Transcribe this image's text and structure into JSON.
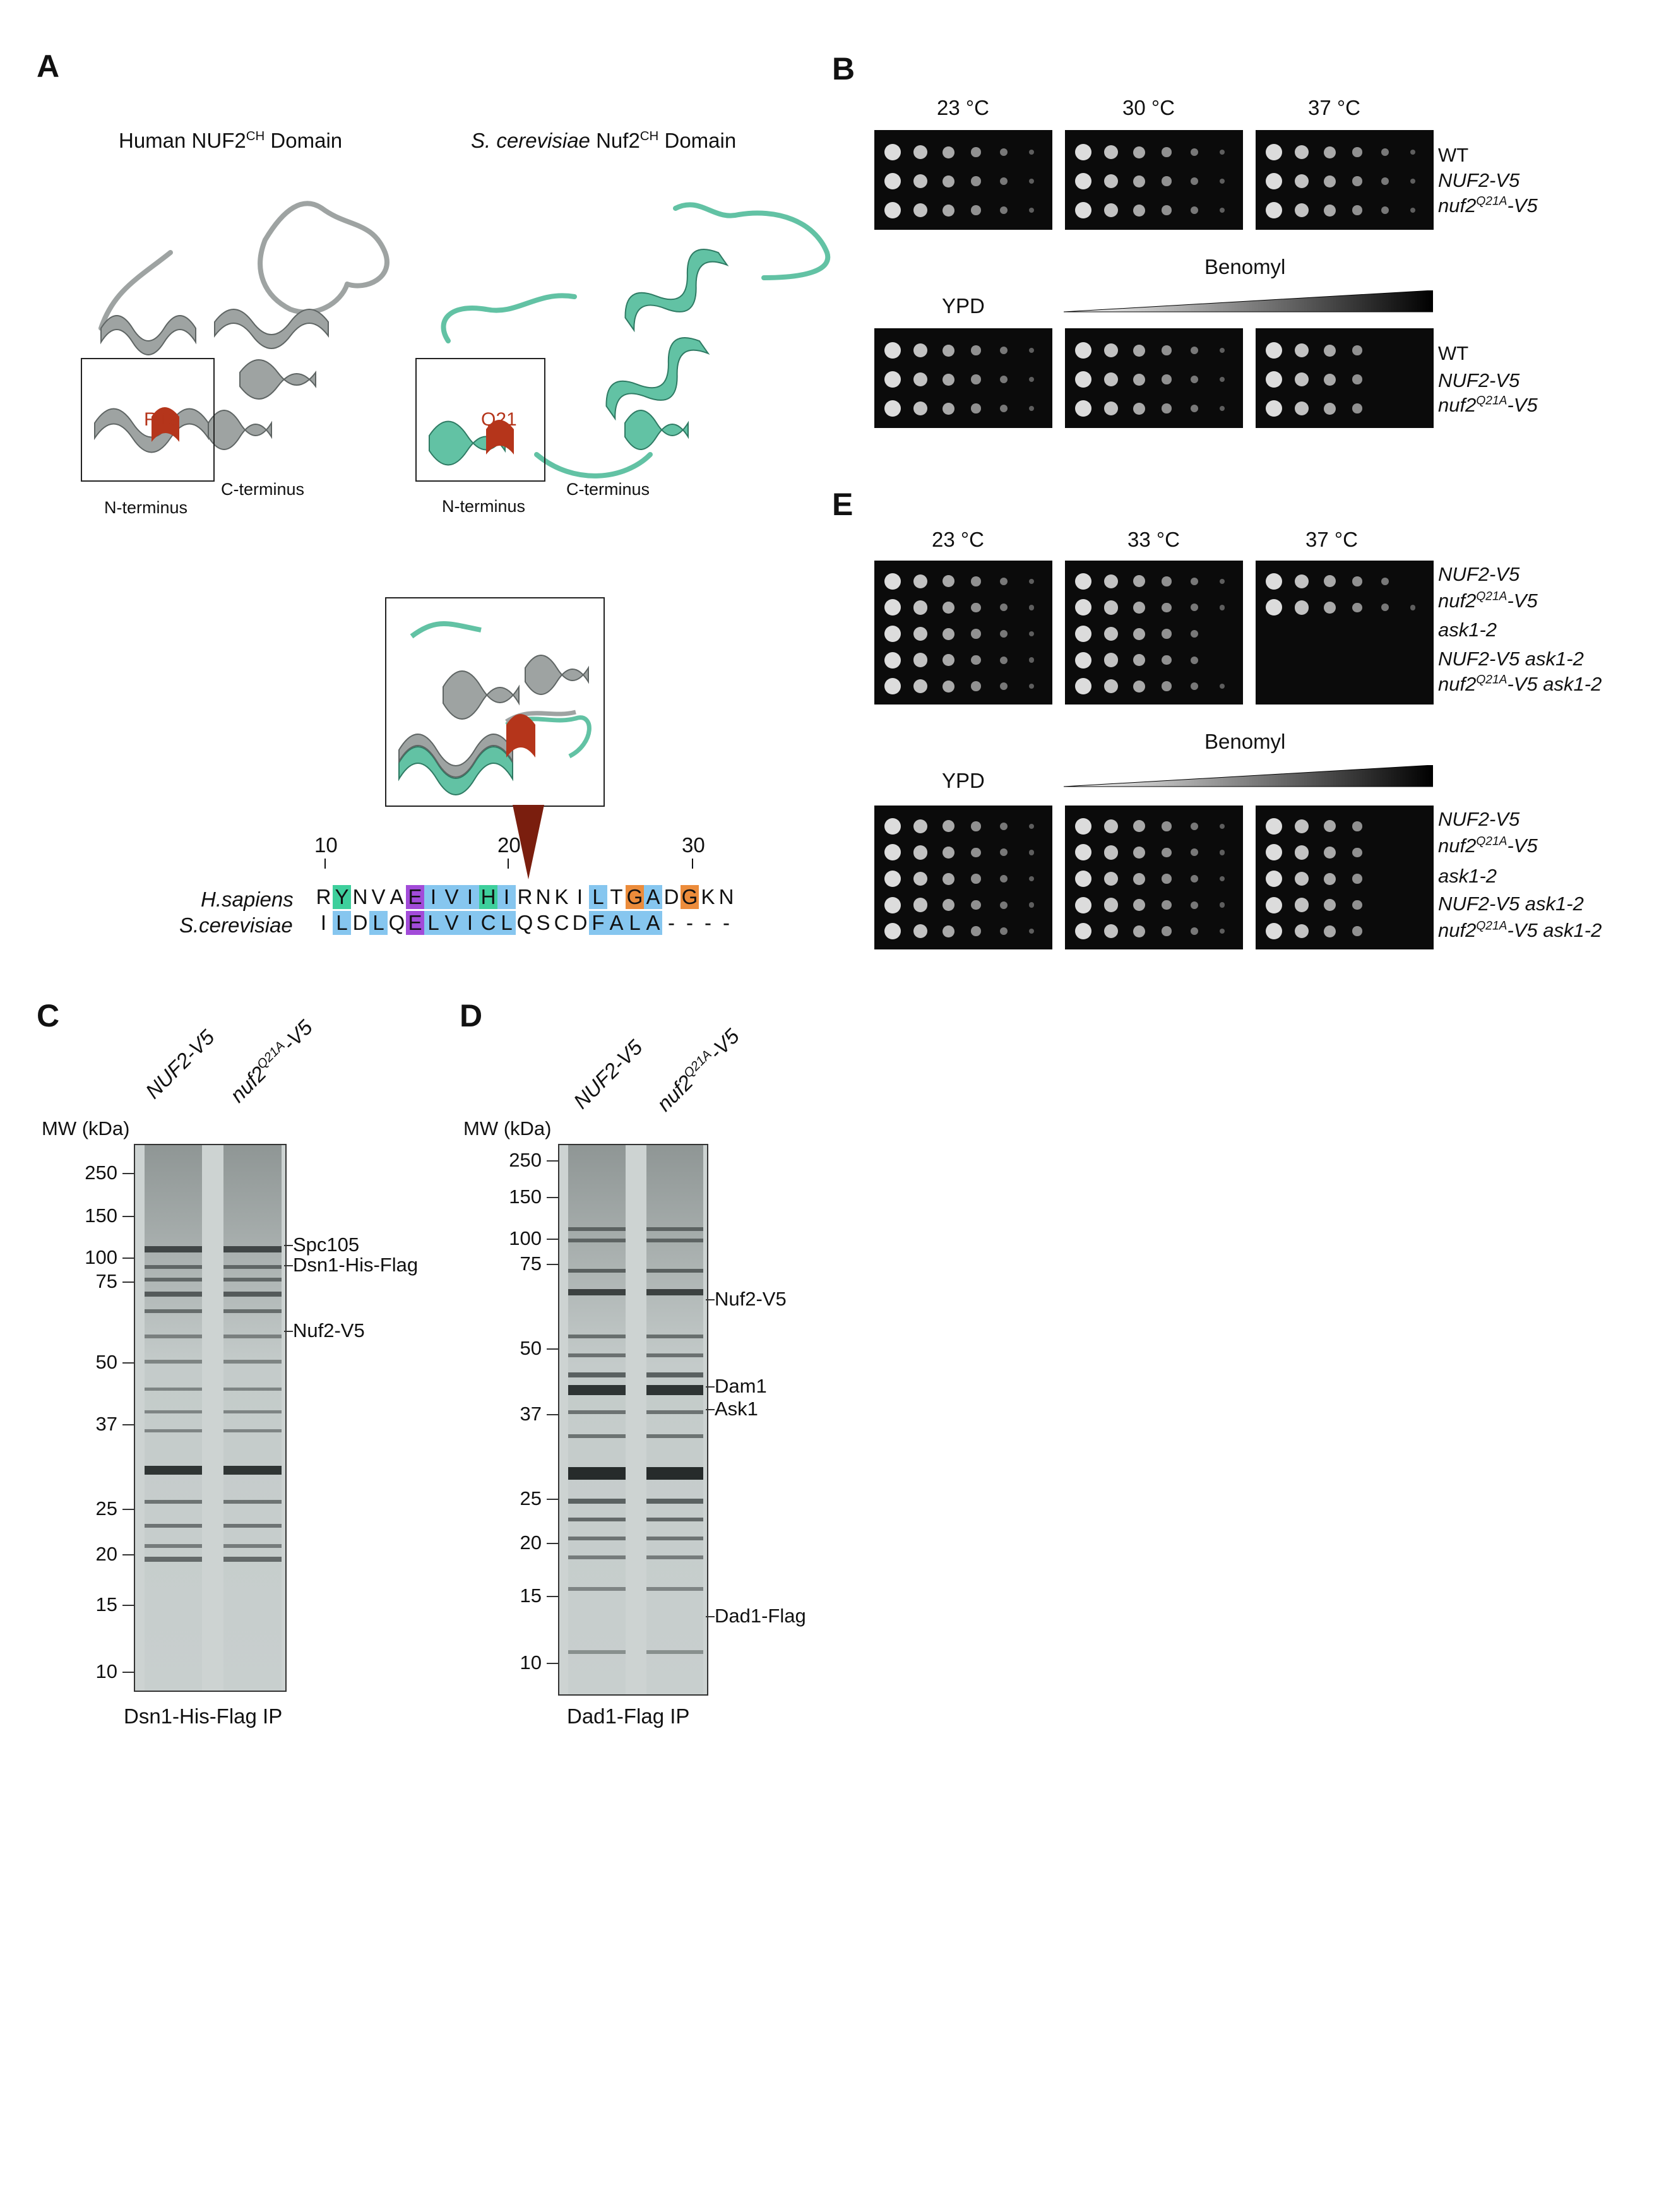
{
  "panels": {
    "A": "A",
    "B": "B",
    "C": "C",
    "D": "D",
    "E": "E"
  },
  "panelA": {
    "human_title_pre": "Human NUF2",
    "human_title_sup": "CH",
    "human_title_post": " Domain",
    "yeast_title_species": "S. cerevisiae",
    "yeast_title_pre": " Nuf2",
    "yeast_title_sup": "CH",
    "yeast_title_post": " Domain",
    "human_residue": "R19",
    "yeast_residue": "Q21",
    "n_terminus": "N-terminus",
    "c_terminus": "C-terminus",
    "ruler": [
      "10",
      "20",
      "30"
    ],
    "species": [
      "H.sapiens",
      "S.cerevisiae"
    ],
    "human_seq": [
      "R",
      "Y",
      "N",
      "V",
      "A",
      "E",
      "I",
      "V",
      "I",
      "H",
      "I",
      "R",
      "N",
      "K",
      "I",
      "L",
      "T",
      "G",
      "A",
      "D",
      "G",
      "K",
      "N"
    ],
    "yeast_seq": [
      "I",
      "L",
      "D",
      "L",
      "Q",
      "E",
      "L",
      "V",
      "I",
      "C",
      "L",
      "Q",
      "S",
      "C",
      "D",
      "F",
      "A",
      "L",
      "A",
      "-",
      "-",
      "-",
      "-"
    ]
  },
  "colors": {
    "human_ribbon": "#9ea3a2",
    "yeast_ribbon": "#62c2a4",
    "residue": "#b5351b",
    "hl_green": "#3ecf9c",
    "hl_purple": "#a24bd9",
    "hl_blue": "#86c6ef",
    "hl_orange": "#ec8c3b"
  },
  "panelB": {
    "temps": [
      "23 °C",
      "30 °C",
      "37 °C"
    ],
    "benomyl": "Benomyl",
    "ypd": "YPD",
    "strains": [
      "WT",
      "NUF2-V5",
      "nuf2"
    ],
    "mut_sup": "Q21A",
    "mut_suffix": "-V5"
  },
  "panelE": {
    "temps": [
      "23 °C",
      "33 °C",
      "37 °C"
    ],
    "benomyl": "Benomyl",
    "ypd": "YPD",
    "strains": [
      "NUF2-V5",
      "nuf2",
      "ask1-2",
      "NUF2-V5 ask1-2",
      "nuf2"
    ],
    "mut_sup": "Q21A",
    "mut_suffix": "-V5",
    "mut_suffix2": "-V5 ask1-2"
  },
  "panelC": {
    "mw_title": "MW (kDa)",
    "lanes": [
      "NUF2-V5",
      "nuf2"
    ],
    "mut_sup": "Q21A",
    "mut_suffix": "-V5",
    "markers": [
      "250",
      "150",
      "100",
      "75",
      "50",
      "37",
      "25",
      "20",
      "15",
      "10"
    ],
    "bands": [
      "Spc105",
      "Dsn1-His-Flag",
      "Nuf2-V5"
    ],
    "caption": "Dsn1-His-Flag IP"
  },
  "panelD": {
    "mw_title": "MW (kDa)",
    "lanes": [
      "NUF2-V5",
      "nuf2"
    ],
    "mut_sup": "Q21A",
    "mut_suffix": "-V5",
    "markers": [
      "250",
      "150",
      "100",
      "75",
      "50",
      "37",
      "25",
      "20",
      "15",
      "10"
    ],
    "bands": [
      "Nuf2-V5",
      "Dam1",
      "Ask1",
      "Dad1-Flag"
    ],
    "caption": "Dad1-Flag IP"
  }
}
